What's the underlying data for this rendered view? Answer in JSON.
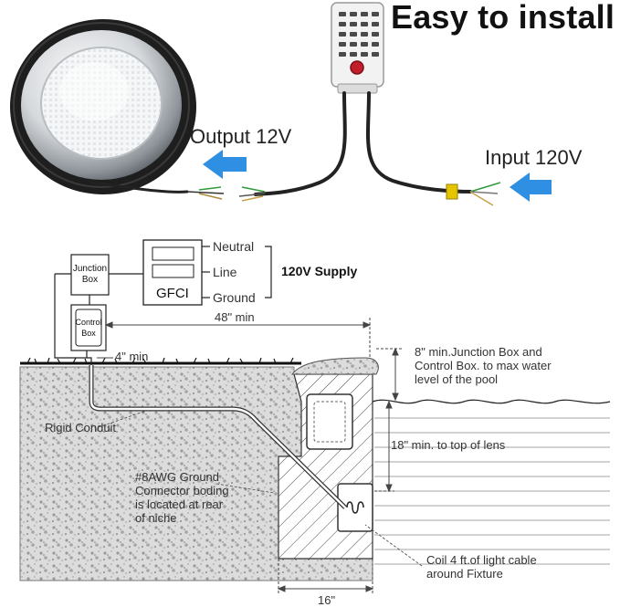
{
  "header": {
    "title": "Easy to install"
  },
  "product": {
    "output_label": "Output 12V",
    "input_label": "Input 120V"
  },
  "wiring": {
    "junction_box": [
      "Junction",
      "Box"
    ],
    "control_box": [
      "Control",
      "Box"
    ],
    "gfci": "GFCI",
    "neutral": "Neutral",
    "line": "Line",
    "ground": "Ground",
    "supply": "120V Supply"
  },
  "dimensions": {
    "min_48": "48\" min",
    "min_4": "4\" min",
    "min_8": [
      "8\" min.Junction Box and",
      "Control Box. to max water",
      "level of the pool"
    ],
    "min_18": "18\" min. to top of lens",
    "width_16": "16\""
  },
  "annotations": {
    "rigid_conduit": "Rigid Conduit",
    "ground_note": [
      "#8AWG Ground",
      "Connector boding",
      "is located at rear",
      "of niche"
    ],
    "coil_note": [
      "Coil 4 ft.of light cable",
      "around Fixture"
    ]
  },
  "colors": {
    "arrow": "#2f8fe3",
    "wire": "#2a2a2a",
    "bezel": "#c9cdd2"
  }
}
